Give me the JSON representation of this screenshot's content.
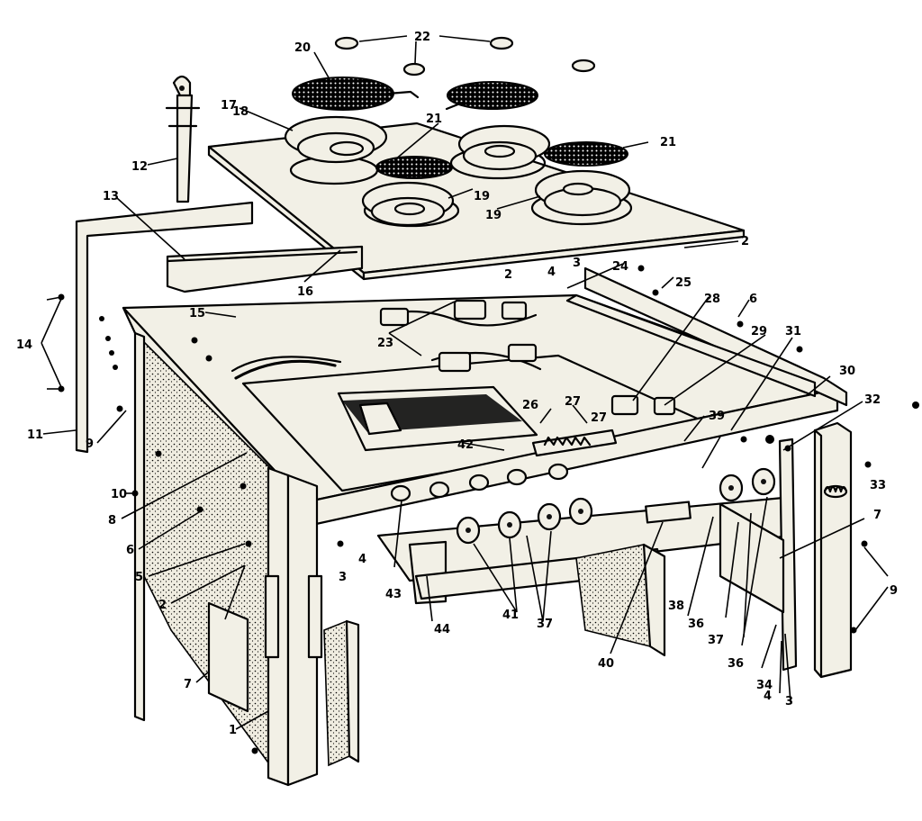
{
  "diagram": {
    "callouts": [
      {
        "id": "c20",
        "text": "20"
      },
      {
        "id": "c22",
        "text": "22"
      },
      {
        "id": "c18",
        "text": "18"
      },
      {
        "id": "c17",
        "text": "17"
      },
      {
        "id": "c21a",
        "text": "21"
      },
      {
        "id": "c21b",
        "text": "21"
      },
      {
        "id": "c12",
        "text": "12"
      },
      {
        "id": "c19a",
        "text": "19"
      },
      {
        "id": "c19b",
        "text": "19"
      },
      {
        "id": "c13",
        "text": "13"
      },
      {
        "id": "c16",
        "text": "16"
      },
      {
        "id": "c2a",
        "text": "2"
      },
      {
        "id": "c15",
        "text": "15"
      },
      {
        "id": "c23",
        "text": "23"
      },
      {
        "id": "c2b",
        "text": "2"
      },
      {
        "id": "c4a",
        "text": "4"
      },
      {
        "id": "c3",
        "text": "3"
      },
      {
        "id": "c24",
        "text": "24"
      },
      {
        "id": "c25",
        "text": "25"
      },
      {
        "id": "c28",
        "text": "28"
      },
      {
        "id": "c6",
        "text": "6"
      },
      {
        "id": "c29",
        "text": "29"
      },
      {
        "id": "c31",
        "text": "31"
      },
      {
        "id": "c14",
        "text": "14"
      },
      {
        "id": "c11",
        "text": "11"
      },
      {
        "id": "c9",
        "text": "9"
      },
      {
        "id": "c10",
        "text": "10"
      },
      {
        "id": "c8",
        "text": "8"
      },
      {
        "id": "c6b",
        "text": "6"
      },
      {
        "id": "c5",
        "text": "5"
      },
      {
        "id": "c2c",
        "text": "2"
      },
      {
        "id": "c7a",
        "text": "7"
      },
      {
        "id": "c1",
        "text": "1"
      },
      {
        "id": "c26",
        "text": "26"
      },
      {
        "id": "c27a",
        "text": "27"
      },
      {
        "id": "c42",
        "text": "42"
      },
      {
        "id": "c39",
        "text": "39"
      },
      {
        "id": "c30",
        "text": "30"
      },
      {
        "id": "c32",
        "text": "32"
      },
      {
        "id": "c33",
        "text": "33"
      },
      {
        "id": "c7b",
        "text": "7"
      },
      {
        "id": "c43",
        "text": "43"
      },
      {
        "id": "c44",
        "text": "44"
      },
      {
        "id": "c41",
        "text": "41"
      },
      {
        "id": "c37a",
        "text": "37"
      },
      {
        "id": "c40",
        "text": "40"
      },
      {
        "id": "c38",
        "text": "38"
      },
      {
        "id": "c36a",
        "text": "36"
      },
      {
        "id": "c37b",
        "text": "37"
      },
      {
        "id": "c36b",
        "text": "36"
      },
      {
        "id": "c34",
        "text": "34"
      },
      {
        "id": "c4b",
        "text": "4"
      },
      {
        "id": "c3b",
        "text": "3"
      },
      {
        "id": "c3c",
        "text": "3"
      },
      {
        "id": "c9b",
        "text": "9"
      },
      {
        "id": "c4c",
        "text": "4"
      },
      {
        "id": "c27b",
        "text": "27"
      }
    ]
  }
}
